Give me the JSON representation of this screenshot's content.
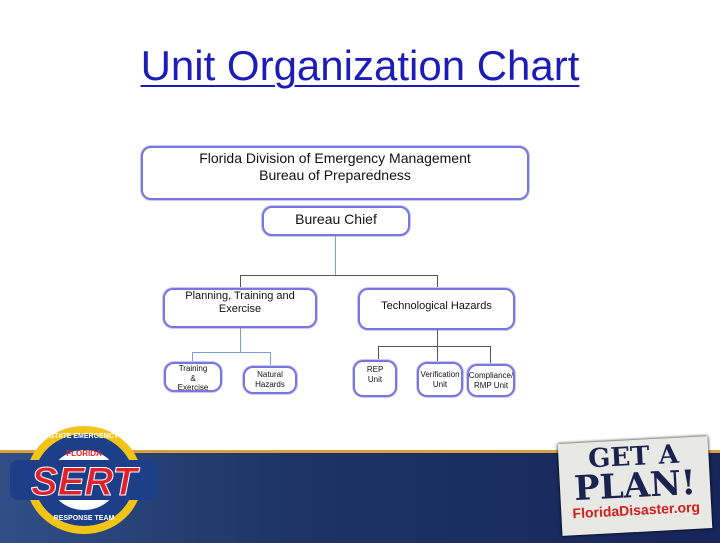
{
  "title": "Unit Organization Chart",
  "org": {
    "top": {
      "line1": "Florida Division of Emergency Management",
      "line2": "Bureau of Preparedness"
    },
    "chief": "Bureau Chief",
    "planning": "Planning, Training and Exercise",
    "tech": "Technological Hazards",
    "training": "Training & Exercise",
    "natural": "Natural Hazards",
    "rep": "REP Unit",
    "verification": "Verification Unit",
    "compliance": "Compliance/ RMP Unit"
  },
  "footer": {
    "logo": {
      "top": "STATE EMERGENCY",
      "middle": "FLORIDA",
      "main": "SERT",
      "bottom": "RESPONSE TEAM"
    },
    "plan": {
      "line1": "GET A",
      "line2": "PLAN!",
      "line3": "FloridaDisaster.org"
    }
  },
  "colors": {
    "title": "#1c1cb8",
    "box_border": "#7777dd",
    "footer_bg": "#1e3466",
    "footer_accent": "#d9a13a"
  }
}
